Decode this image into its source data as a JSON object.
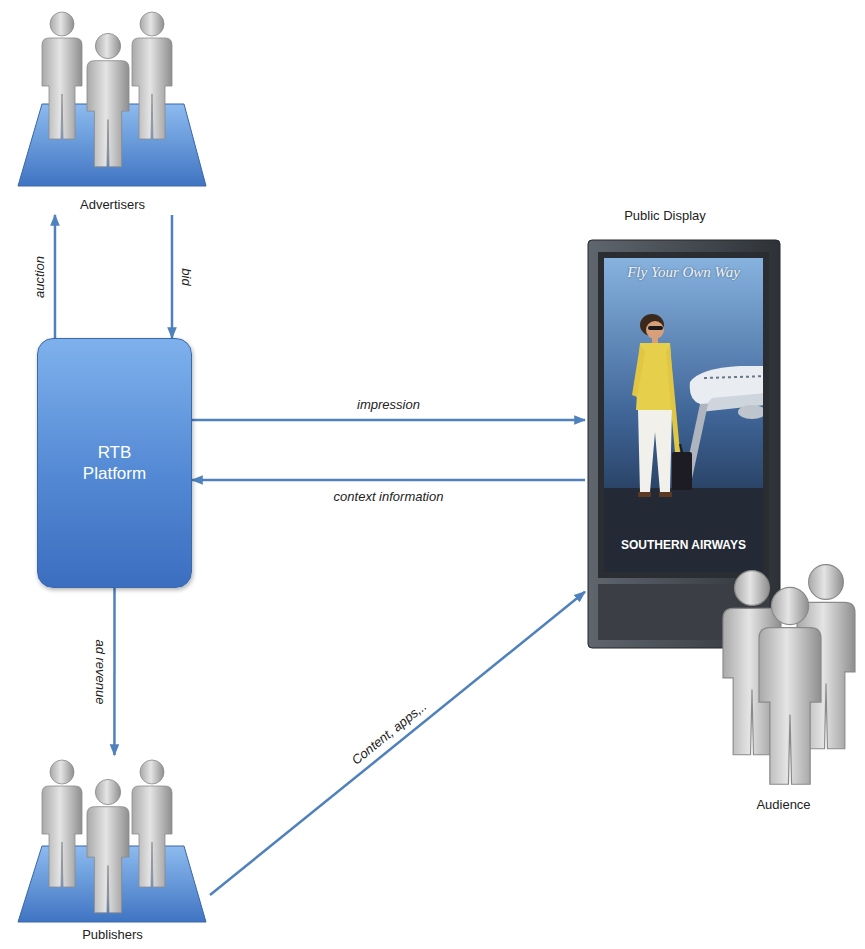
{
  "diagram": {
    "nodes": [
      {
        "text": [
          "Advertisers"
        ]
      },
      {
        "text": [
          "RTB Platform"
        ]
      },
      {
        "text": [
          "Public Display"
        ]
      },
      {
        "text": [
          "Audience"
        ]
      },
      {
        "text": [
          "Publishers"
        ]
      }
    ],
    "edges": [
      {
        "from": 1,
        "to": 0,
        "label": "auction",
        "arrow": "to"
      },
      {
        "from": 0,
        "to": 1,
        "label": "bid",
        "arrow": "to"
      },
      {
        "from": 1,
        "to": 2,
        "label": "impression",
        "arrow": "to"
      },
      {
        "from": 2,
        "to": 1,
        "label": "context information",
        "arrow": "to"
      },
      {
        "from": 1,
        "to": 4,
        "label": "ad revenue",
        "arrow": "to"
      },
      {
        "from": 4,
        "to": 2,
        "label": "Content, apps,..",
        "arrow": "to"
      }
    ],
    "labels": [
      "Fly Your Own Way",
      "SOUTHERN AIRWAYS"
    ]
  }
}
